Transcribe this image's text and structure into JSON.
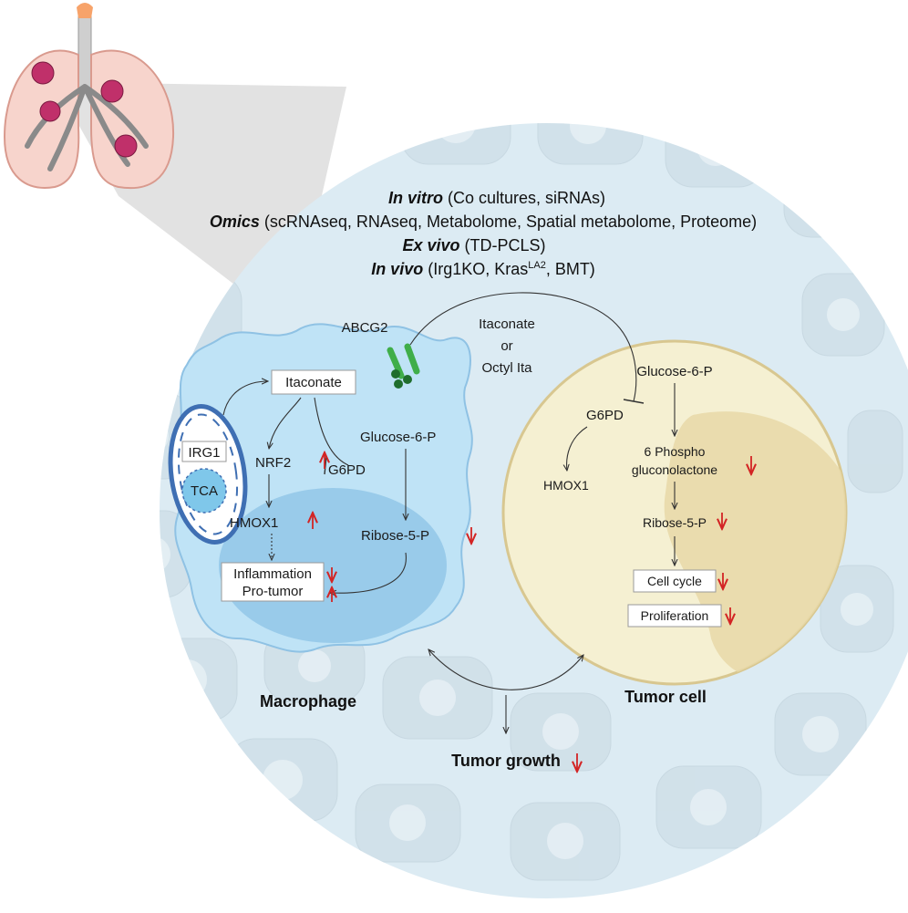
{
  "header": {
    "line1": {
      "bold": "In vitro",
      "rest": " (Co cultures, siRNAs)"
    },
    "line2": {
      "bold": "Omics",
      "rest": " (scRNAseq, RNAseq, Metabolome, Spatial metabolome, Proteome)"
    },
    "line3": {
      "bold": "Ex vivo",
      "rest": " (TD-PCLS)"
    },
    "line4": {
      "bold": "In vivo",
      "rest_a": " (Irg1KO, Kras",
      "sup": "LA2",
      "rest_b": ", BMT)"
    }
  },
  "transport": {
    "abcg2": "ABCG2",
    "itaconate": "Itaconate",
    "or": "or",
    "octyl": "Octyl Ita"
  },
  "macrophage": {
    "title": "Macrophage",
    "itaconate": "Itaconate",
    "irg1": "IRG1",
    "tca": "TCA",
    "nrf2": "NRF2",
    "g6pd": "G6PD",
    "glucose6p": "Glucose-6-P",
    "hmox1": "HMOX1",
    "ribose5p": "Ribose-5-P",
    "inflammation": "Inflammation",
    "protumor": "Pro-tumor"
  },
  "tumor": {
    "title": "Tumor cell",
    "glucose6p": "Glucose-6-P",
    "g6pd": "G6PD",
    "hmox1": "HMOX1",
    "phospho1": "6 Phospho",
    "phospho2": "gluconolactone",
    "ribose5p": "Ribose-5-P",
    "cellcycle": "Cell cycle",
    "proliferation": "Proliferation"
  },
  "outcome": {
    "growth": "Tumor growth"
  },
  "colors": {
    "background_circle": "#dcebf3",
    "macrophage_fill": "#bfe3f6",
    "macrophage_nucleus": "#8cc3e6",
    "tumor_fill": "#f5f0d2",
    "tumor_nucleus": "#e8d8a8",
    "transporter": "#3fae49",
    "mitochondrion": "#3f6fb3",
    "up_down_arrow": "#d32424"
  },
  "icons": [
    "lung-icon",
    "abcg2-transporter-icon",
    "mitochondrion-icon"
  ]
}
